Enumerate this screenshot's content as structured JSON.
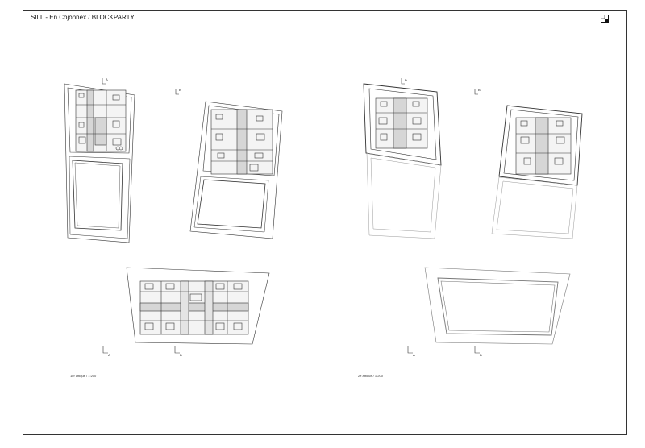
{
  "title": "SILL - En Cojonnex / BLOCKPARTY",
  "logo_icon": "quadrant-logo-icon",
  "captions": {
    "left": "1er attique / 1:200",
    "right": "2e attique / 1:200"
  },
  "section_marks": {
    "a": "A",
    "b": "B"
  },
  "colors": {
    "line": "#333333",
    "faint": "#9a9a9a",
    "fill_grey": "#d6d6d6"
  }
}
